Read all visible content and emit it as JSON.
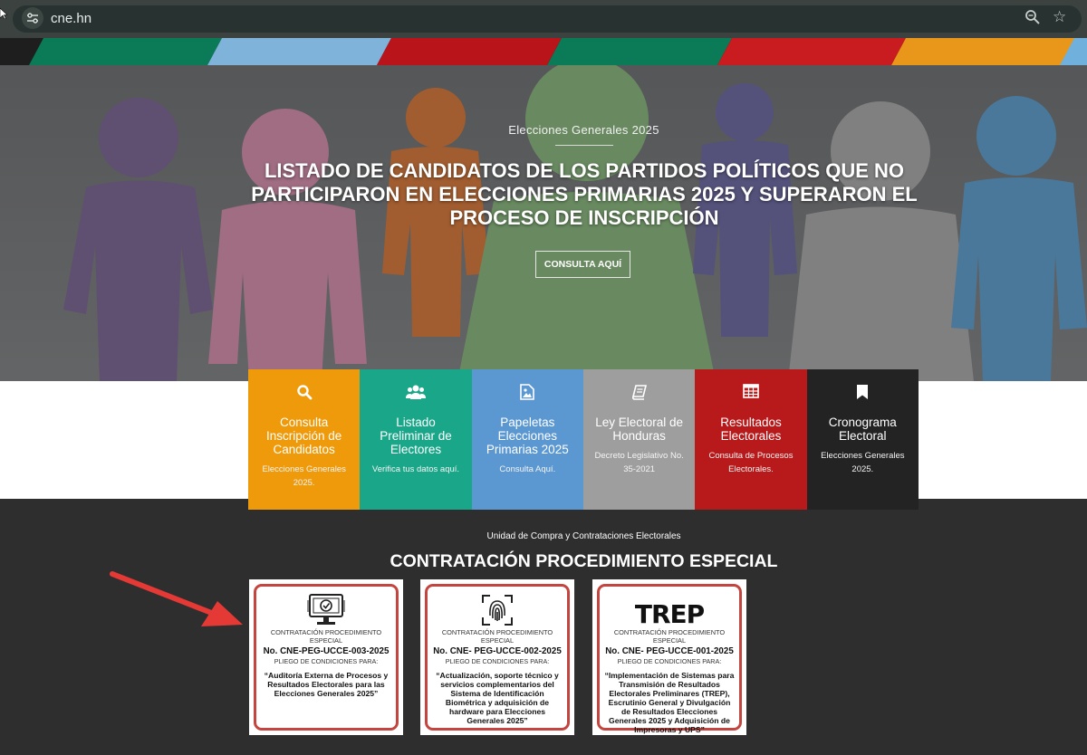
{
  "browser": {
    "url": "cne.hn",
    "site_info_icon": "tune-icon",
    "zoom_icon": "zoom-icon",
    "bookmark_icon": "star-icon"
  },
  "colors": {
    "orange": "#ef9a0a",
    "teal": "#1aa689",
    "blue": "#5b97d1",
    "gray": "#9e9e9e",
    "red": "#b8191a",
    "black": "#232323",
    "card_border": "#c4453f",
    "arrow": "#e53935"
  },
  "hero": {
    "kicker": "Elecciones Generales 2025",
    "title": "LISTADO DE CANDIDATOS DE LOS PARTIDOS POLÍTICOS QUE NO PARTICIPARON EN ELECCIONES PRIMARIAS 2025 Y SUPERARON EL PROCESO DE INSCRIPCIÓN",
    "button": "CONSULTA AQUÍ"
  },
  "tiles": [
    {
      "icon": "search-icon",
      "title": "Consulta Inscripción de Candidatos",
      "subtitle": "Elecciones Generales 2025."
    },
    {
      "icon": "users-icon",
      "title": "Listado Preliminar de Electores",
      "subtitle": "Verifica tus datos aquí."
    },
    {
      "icon": "image-file-icon",
      "title": "Papeletas Elecciones Primarias 2025",
      "subtitle": "Consulta Aquí."
    },
    {
      "icon": "book-icon",
      "title": "Ley Electoral de Honduras",
      "subtitle": "Decreto Legislativo No. 35-2021"
    },
    {
      "icon": "table-icon",
      "title": "Resultados Electorales",
      "subtitle": "Consulta de Procesos Electorales."
    },
    {
      "icon": "bookmark-icon",
      "title": "Cronograma Electoral",
      "subtitle": "Elecciones Generales 2025."
    }
  ],
  "section": {
    "kicker": "Unidad de Compra y Contrataciones Electorales",
    "title": "CONTRATACIÓN PROCEDIMIENTO ESPECIAL"
  },
  "cards": [
    {
      "logo": "monitor-check-icon",
      "kicker": "CONTRATACIÓN PROCEDIMIENTO ESPECIAL",
      "number": "No. CNE-PEG-UCCE-003-2025",
      "pliego": "PLIEGO DE CONDICIONES PARA:",
      "description": "“Auditoría Externa de Procesos y Resultados Electorales para las Elecciones Generales 2025”"
    },
    {
      "logo": "fingerprint-icon",
      "kicker": "CONTRATACIÓN PROCEDIMIENTO ESPECIAL",
      "number": "No. CNE- PEG-UCCE-002-2025",
      "pliego": "PLIEGO DE CONDICIONES PARA:",
      "description": "“Actualización, soporte técnico y servicios complementarios del Sistema de Identificación Biométrica y adquisición de hardware para Elecciones Generales 2025”"
    },
    {
      "logo": "trep-logo",
      "logo_text": "TREP",
      "kicker": "CONTRATACIÓN PROCEDIMIENTO ESPECIAL",
      "number": "No. CNE- PEG-UCCE-001-2025",
      "pliego": "PLIEGO DE CONDICIONES PARA:",
      "description": "“Implementación de Sistemas para Transmisión de Resultados Electorales Preliminares (TREP), Escrutinio General y Divulgación de Resultados Elecciones Generales 2025 y Adquisición de Impresoras y UPS”"
    }
  ]
}
